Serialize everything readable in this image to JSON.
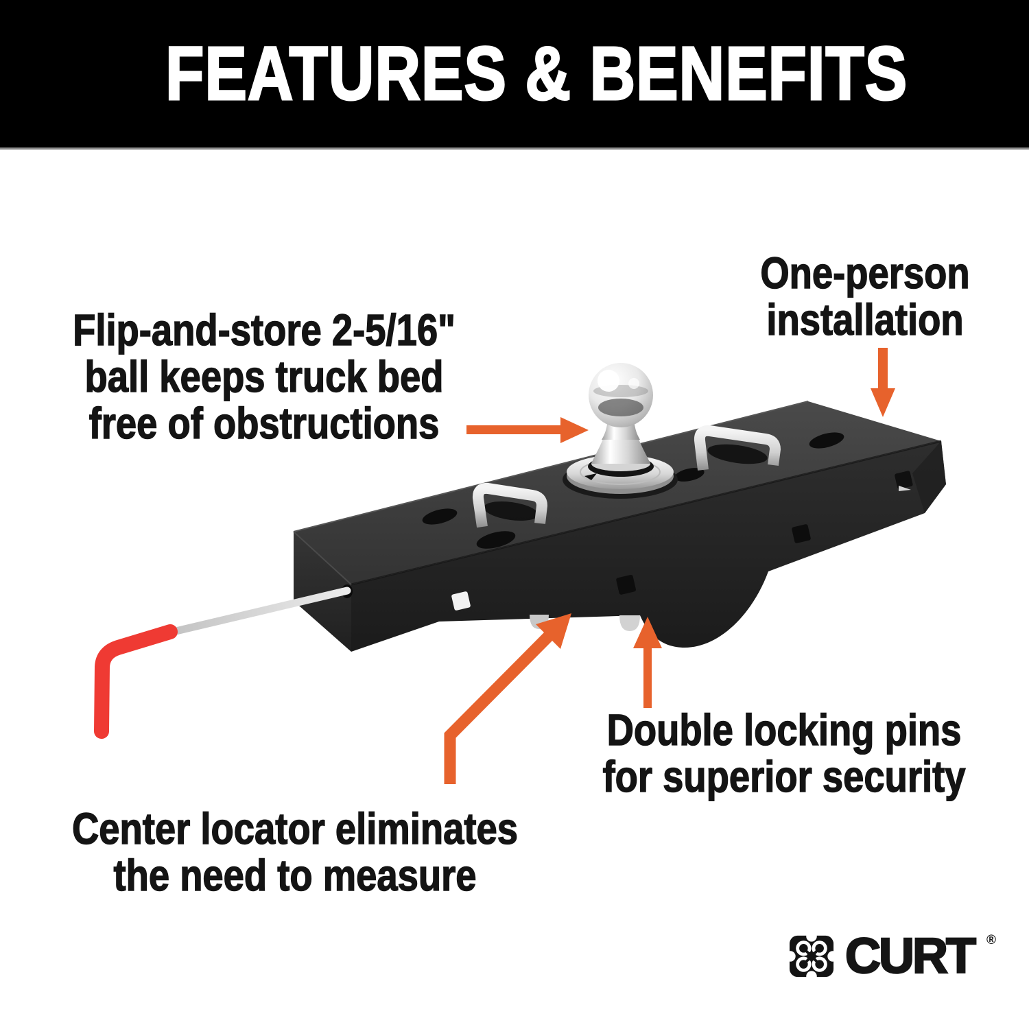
{
  "header": {
    "title": "FEATURES & BENEFITS"
  },
  "callouts": {
    "flip_ball": {
      "lines": [
        "Flip-and-store 2-5/16\"",
        "ball keeps truck bed",
        "free of obstructions"
      ]
    },
    "one_person": {
      "lines": [
        "One-person",
        "installation"
      ]
    },
    "double_pins": {
      "lines": [
        "Double locking pins",
        "for superior security"
      ]
    },
    "center_locator": {
      "lines": [
        "Center locator eliminates",
        "the need to measure"
      ]
    }
  },
  "brand": {
    "name": "CURT",
    "registered_mark": "®",
    "logo_icon": "curt-clover-knot-icon"
  },
  "colors": {
    "accent_orange": "#E7622C",
    "handle_red": "#EF3A33",
    "header_bg": "#000000",
    "header_text": "#FFFFFF",
    "body_text": "#141414",
    "product_dark": "#2B2B2B"
  }
}
